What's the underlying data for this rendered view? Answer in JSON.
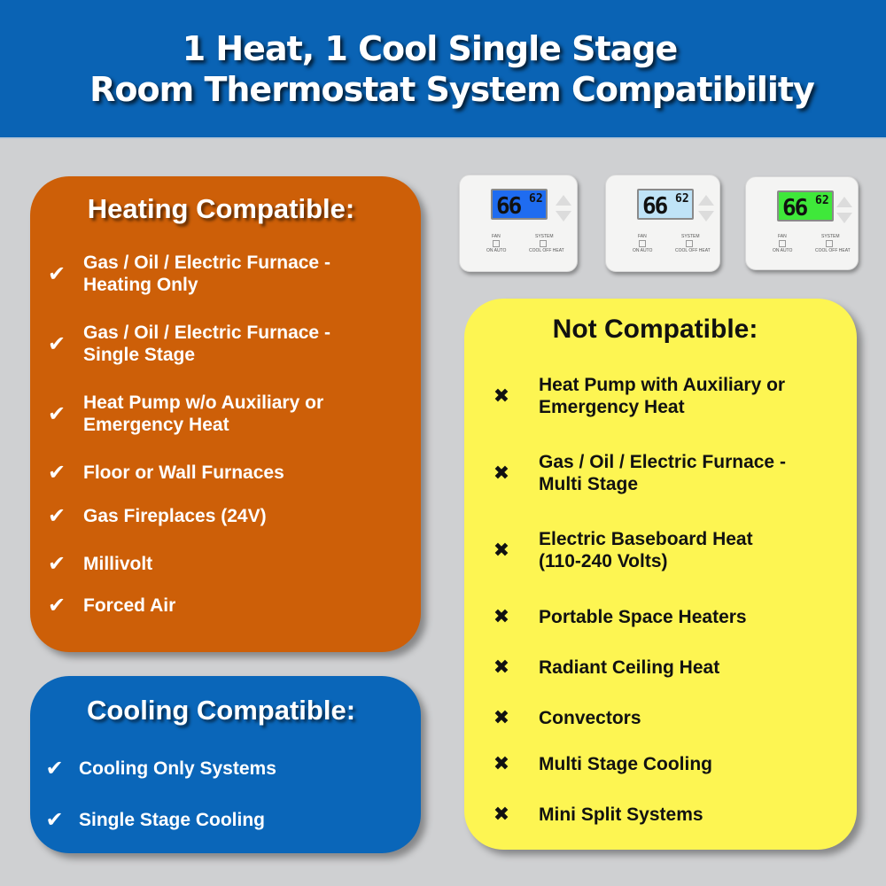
{
  "banner": {
    "title_line1": "1 Heat, 1 Cool Single Stage",
    "title_line2": "Room Thermostat System Compatibility",
    "color": "#0a63b4"
  },
  "thermostats": [
    {
      "backlight": "blue",
      "color": "#1f6cf0",
      "current_temp": "66",
      "set_temp": "62",
      "fan_label": "FAN",
      "fan_options": "ON  AUTO",
      "system_label": "SYSTEM",
      "system_options": "COOL OFF HEAT"
    },
    {
      "backlight": "light-blue",
      "color": "#bfe3f7",
      "current_temp": "66",
      "set_temp": "62",
      "fan_label": "FAN",
      "fan_options": "ON  AUTO",
      "system_label": "SYSTEM",
      "system_options": "COOL OFF HEAT"
    },
    {
      "backlight": "green",
      "color": "#3fe83a",
      "current_temp": "66",
      "set_temp": "62",
      "fan_label": "FAN",
      "fan_options": "ON  AUTO",
      "system_label": "SYSTEM",
      "system_options": "COOL OFF HEAT"
    }
  ],
  "heating": {
    "title": "Heating Compatible:",
    "color": "#cd5f08",
    "icon": "check-icon",
    "mark": "✔",
    "items": [
      "Gas / Oil / Electric Furnace -\nHeating Only",
      "Gas / Oil / Electric Furnace -\nSingle Stage",
      "Heat Pump w/o Auxiliary or\nEmergency Heat",
      "Floor or Wall Furnaces",
      "Gas Fireplaces (24V)",
      "Millivolt",
      "Forced Air"
    ]
  },
  "cooling": {
    "title": "Cooling Compatible:",
    "color": "#0a66b9",
    "icon": "check-icon",
    "mark": "✔",
    "items": [
      "Cooling Only Systems",
      "Single Stage Cooling"
    ]
  },
  "not_compatible": {
    "title": "Not Compatible:",
    "color": "#fdf552",
    "icon": "x-icon",
    "mark": "✖",
    "items": [
      "Heat Pump with Auxiliary or\nEmergency Heat",
      "Gas / Oil / Electric Furnace -\nMulti Stage",
      "Electric Baseboard Heat\n(110-240 Volts)",
      "Portable Space Heaters",
      "Radiant Ceiling Heat",
      "Convectors",
      "Multi Stage Cooling",
      "Mini Split Systems"
    ]
  }
}
